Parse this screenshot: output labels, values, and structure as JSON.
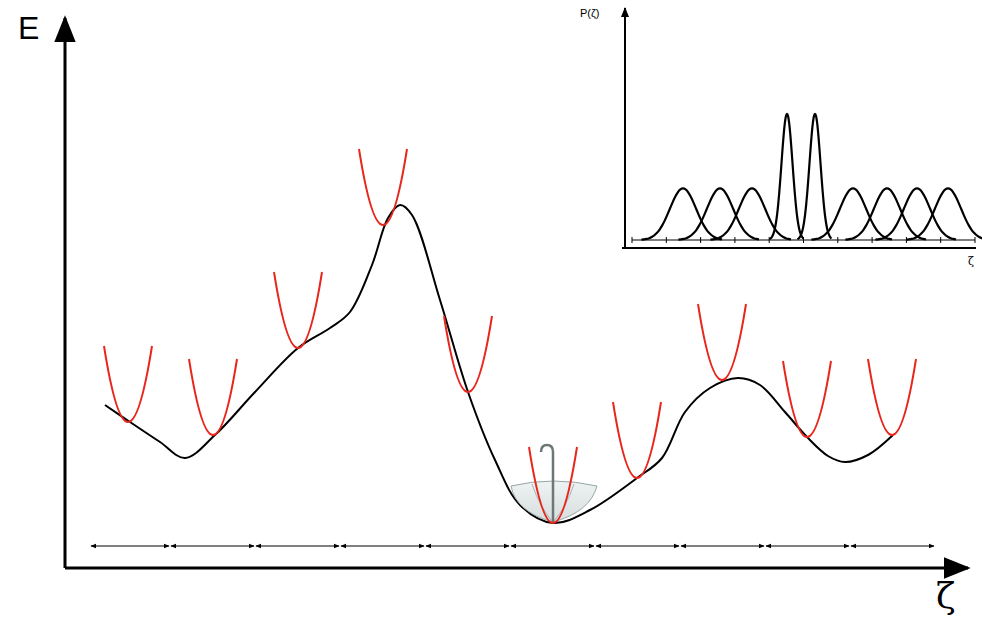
{
  "diagram": {
    "labels": [
      "E",
      "ζ",
      "P(ζ)",
      "ζ"
    ]
  }
}
